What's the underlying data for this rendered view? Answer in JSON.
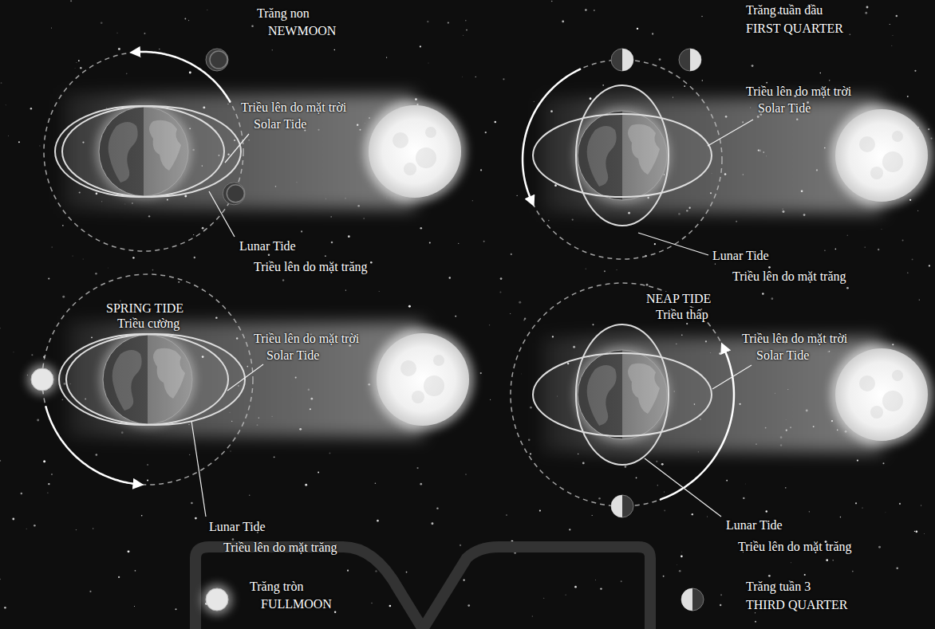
{
  "diagram": {
    "labels": [
      "Trăng non",
      "NEWMOON",
      "Trăng tuần đầu",
      "FIRST QUARTER",
      "Triều lên do mặt trời",
      "Solar Tide",
      "Triều lên do mặt trời",
      "Solar Tide",
      "Lunar Tide",
      "Triều lên do mặt trăng",
      "Lunar Tide",
      "Triều lên do mặt trăng",
      "SPRING TIDE",
      "Triều cường",
      "NEAP TIDE",
      "Triều thấp",
      "Triều lên do mặt trời",
      "Solar Tide",
      "Triều lên do mặt trời",
      "Solar Tide",
      "Lunar Tide",
      "Triều lên do mặt trăng",
      "Lunar Tide",
      "Triều lên do mặt trăng",
      "Trăng tròn",
      "FULLMOON",
      "Trăng tuần 3",
      "THIRD QUARTER"
    ]
  }
}
